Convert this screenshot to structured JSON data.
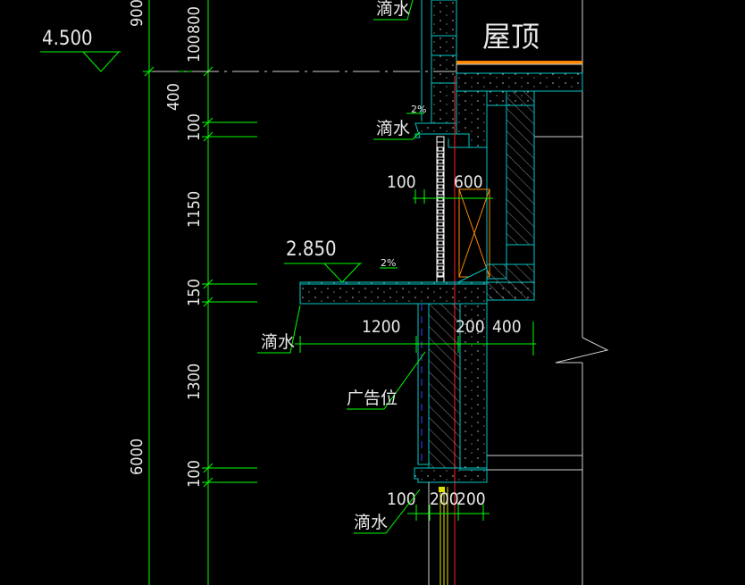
{
  "colors": {
    "background": "#000000",
    "dimension_line": "#00ff00",
    "concrete_outline": "#00c8c8",
    "hatch": "#b0b0b0",
    "text": "#e8e8e8",
    "accent_red": "#ff2020",
    "accent_orange": "#ff8800",
    "accent_yellow": "#e0e000",
    "rail": "#ffffff"
  },
  "labels": {
    "roof": "屋顶",
    "drip_1": "滴水",
    "drip_2": "滴水",
    "drip_3": "滴水",
    "drip_4": "滴水",
    "billboard": "广告位",
    "slope_1": "2%",
    "slope_2": "2%"
  },
  "elevations": {
    "top": "4.500",
    "mid": "2.850"
  },
  "vertical_dims": {
    "d900": "900",
    "d800": "800",
    "d100a": "100",
    "d400": "400",
    "d100b": "100",
    "d1150": "1150",
    "d150": "150",
    "d1300": "1300",
    "d100c": "100",
    "d6000": "6000"
  },
  "horizontal_dims": {
    "h100a": "100",
    "h600": "600",
    "h1200": "1200",
    "h200a": "200",
    "h400": "400",
    "h100b": "100",
    "h200b": "200",
    "h200c": "200"
  }
}
